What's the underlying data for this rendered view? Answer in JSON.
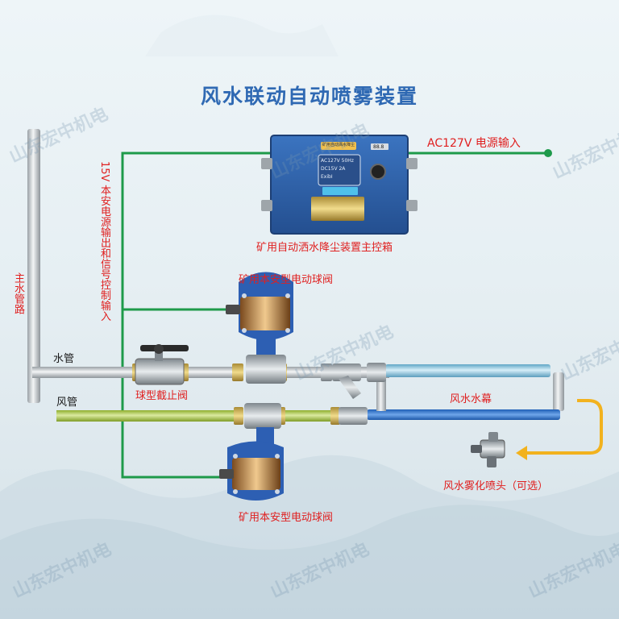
{
  "title": "风水联动自动喷雾装置",
  "labels": {
    "power_input": "AC127V 电源输入",
    "main_box": "矿用自动洒水降尘装置主控箱",
    "valve_top": "矿用本安型电动球阀",
    "valve_bottom": "矿用本安型电动球阀",
    "signal_line": "15V 本安电源输出和信号控制输入",
    "main_pipe": "主水管路",
    "water_pipe": "水管",
    "air_pipe": "风管",
    "ball_valve": "球型截止阀",
    "curtain": "风水水幕",
    "nozzle": "风水雾化喷头（可选）"
  },
  "box_text": {
    "header": "矿用自动洒水降尘",
    "specs": [
      "AC127V 50Hz",
      "DC15V 2A",
      "ExibI"
    ],
    "screen": "88.8"
  },
  "watermark": "山东宏中机电",
  "colors": {
    "title": "#2f69b3",
    "label": "#e02020",
    "wire": "#1e9a4a",
    "box": "#2d63ad",
    "valve": "#2d5fb3",
    "water_pipe": "#cfd5d9",
    "air_pipe": "#b6cf4a",
    "hose": "#8ec6df",
    "arrow": "#f2b21e"
  }
}
